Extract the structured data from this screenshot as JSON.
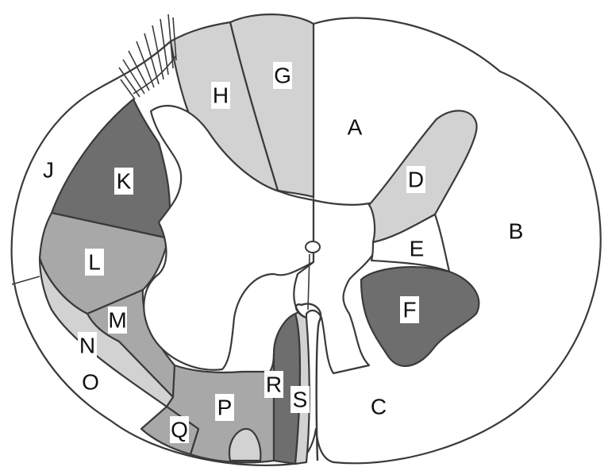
{
  "colors": {
    "white_matter": "#ffffff",
    "light_gray": "#d2d2d2",
    "mid_gray": "#a8a8a8",
    "dark_gray": "#6e6e6e",
    "outline": "#3a3a3a"
  },
  "regions": [
    {
      "id": "A",
      "label": "A",
      "shade": "white"
    },
    {
      "id": "B",
      "label": "B",
      "shade": "white"
    },
    {
      "id": "C",
      "label": "C",
      "shade": "white"
    },
    {
      "id": "D",
      "label": "D",
      "shade": "light_gray"
    },
    {
      "id": "E",
      "label": "E",
      "shade": "white"
    },
    {
      "id": "F",
      "label": "F",
      "shade": "dark_gray"
    },
    {
      "id": "G",
      "label": "G",
      "shade": "light_gray"
    },
    {
      "id": "H",
      "label": "H",
      "shade": "light_gray"
    },
    {
      "id": "J",
      "label": "J",
      "shade": "white"
    },
    {
      "id": "K",
      "label": "K",
      "shade": "dark_gray"
    },
    {
      "id": "L",
      "label": "L",
      "shade": "mid_gray"
    },
    {
      "id": "M",
      "label": "M",
      "shade": "mid_gray"
    },
    {
      "id": "N",
      "label": "N",
      "shade": "light_gray"
    },
    {
      "id": "O",
      "label": "O",
      "shade": "white"
    },
    {
      "id": "P",
      "label": "P",
      "shade": "mid_gray"
    },
    {
      "id": "Q",
      "label": "Q",
      "shade": "mid_gray"
    },
    {
      "id": "R",
      "label": "R",
      "shade": "dark_gray"
    },
    {
      "id": "S",
      "label": "S",
      "shade": "light_gray"
    }
  ]
}
